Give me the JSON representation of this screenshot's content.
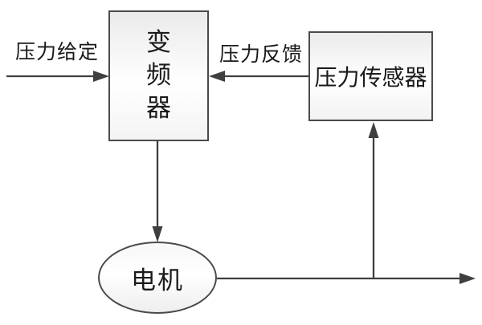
{
  "nodes": {
    "inverter": {
      "label": "变频器"
    },
    "sensor": {
      "label": "压力传感器"
    },
    "motor": {
      "label": "电机"
    }
  },
  "edges": {
    "setpoint": {
      "label": "压力给定"
    },
    "feedback": {
      "label": "压力反馈"
    }
  },
  "colors": {
    "line": "#3f3f3f",
    "node_border": "#4a4a4a",
    "node_fill_shade": "#ebebeb",
    "node_fill_light": "#ffffff",
    "text": "#1a1a1a",
    "background": "#ffffff"
  }
}
